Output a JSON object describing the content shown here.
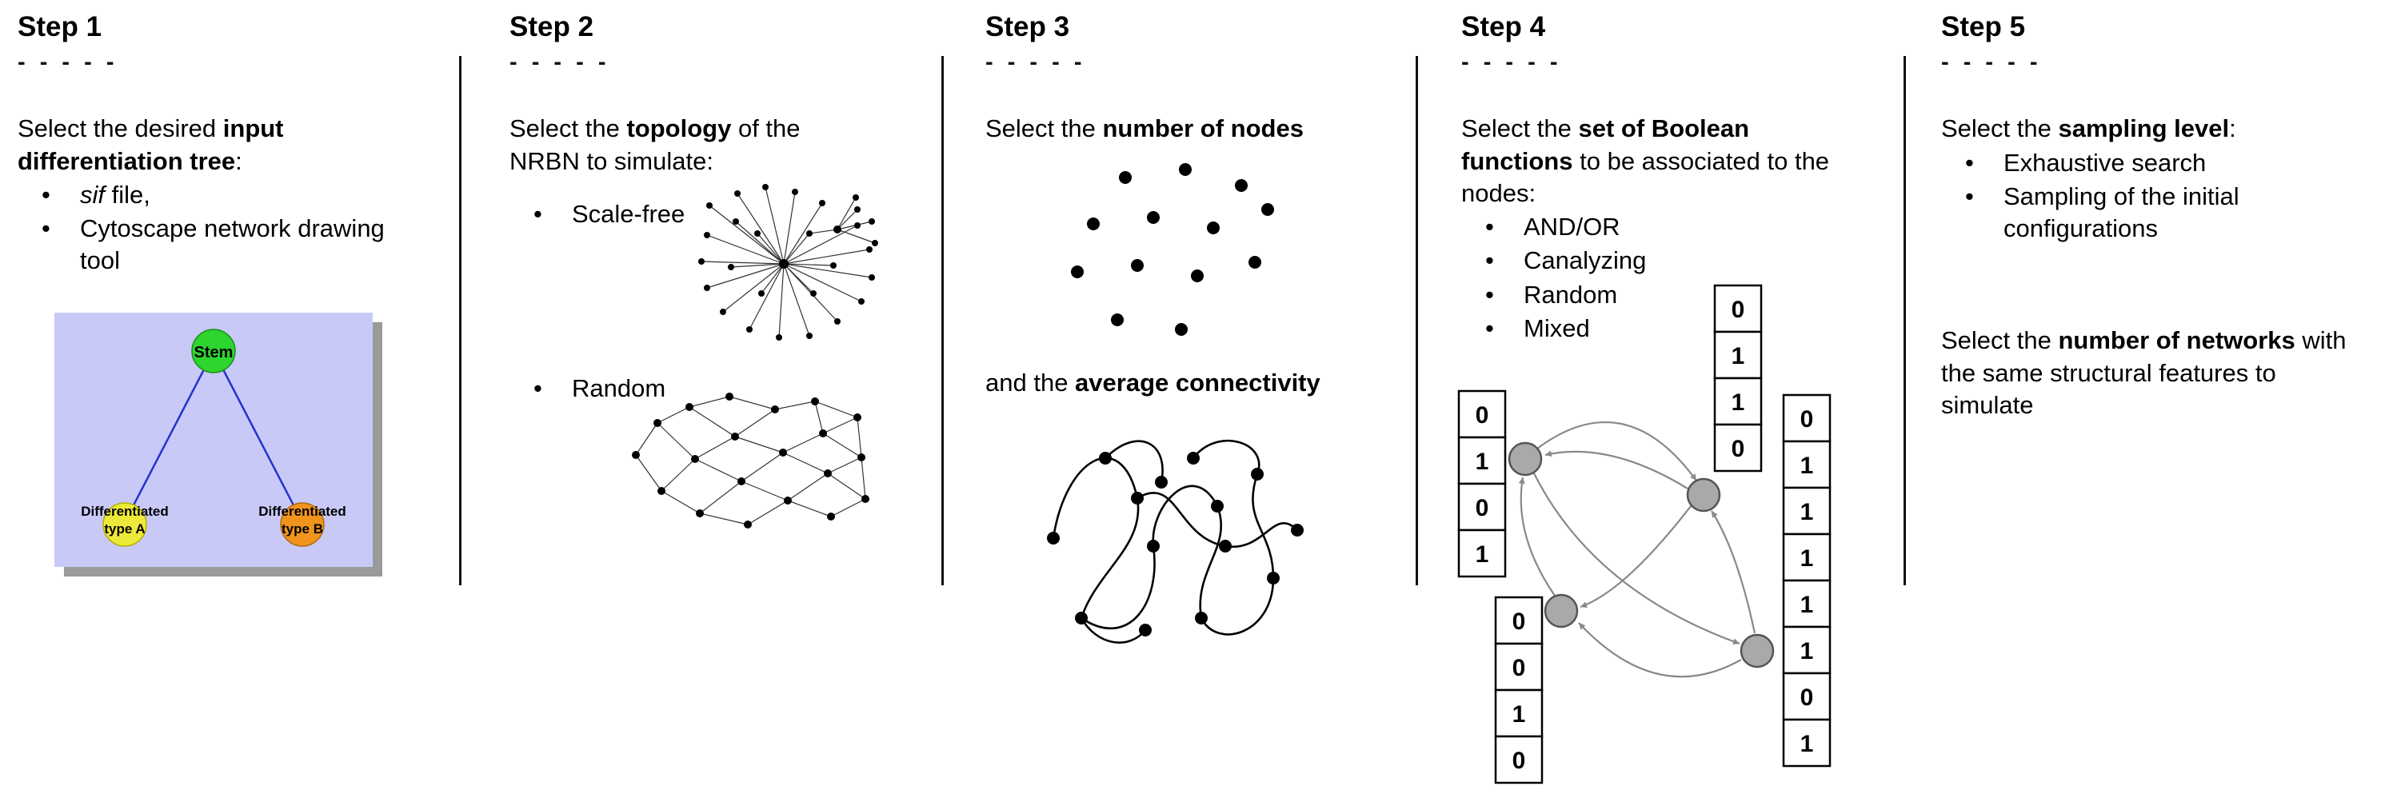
{
  "figure": {
    "steps": {
      "step1": {
        "title": "Step 1",
        "dashes": "- - - - -",
        "intro": {
          "pre": "Select the desired ",
          "bold": "input differentiation tree",
          "post": ":"
        },
        "bullet1": {
          "italic": "sif",
          "rest": " file,"
        },
        "bullet2": "Cytoscape network drawing tool",
        "tree": {
          "stem": "Stem",
          "type_a_line1": "Differentiated",
          "type_a_line2": "type A",
          "type_b_line1": "Differentiated",
          "type_b_line2": "type B"
        }
      },
      "step2": {
        "title": "Step 2",
        "dashes": "- - - - -",
        "intro": {
          "pre": "Select the ",
          "bold": "topology",
          "post": " of the NRBN to simulate:"
        },
        "bullet1": "Scale-free",
        "bullet2": "Random"
      },
      "step3": {
        "title": "Step 3",
        "dashes": "- - - - -",
        "line1": {
          "pre": "Select the ",
          "bold": "number of nodes"
        },
        "line2": {
          "pre": "and the ",
          "bold": "average connectivity"
        }
      },
      "step4": {
        "title": "Step 4",
        "dashes": "- - - - -",
        "intro": {
          "pre": "Select the ",
          "bold": "set of Boolean functions",
          "post": " to be associated to the nodes:"
        },
        "bullets": [
          "AND/OR",
          "Canalyzing",
          "Random",
          "Mixed"
        ],
        "truth_tables": {
          "left": [
            "0",
            "1",
            "0",
            "1"
          ],
          "top": [
            "0",
            "1",
            "1",
            "0"
          ],
          "right": [
            "0",
            "1",
            "1",
            "1",
            "1",
            "1",
            "0",
            "1"
          ],
          "bottom_left": [
            "0",
            "0",
            "1",
            "0"
          ]
        }
      },
      "step5": {
        "title": "Step 5",
        "dashes": "- - - - -",
        "intro": {
          "pre": "Select the ",
          "bold": "sampling level",
          "post": ":"
        },
        "bullets": [
          "Exhaustive search",
          "Sampling of the initial configurations"
        ],
        "para2": {
          "pre": "Select the ",
          "bold": "number of networks",
          "post": " with the same structural features to simulate"
        }
      }
    },
    "colors": {
      "tree_bg": "#c9c9f8",
      "stem_fill": "#2ed52e",
      "type_a_fill": "#ece93a",
      "type_b_fill": "#f0941e",
      "tree_edge": "#2233cc",
      "node_gray": "#a9a9a9"
    }
  }
}
